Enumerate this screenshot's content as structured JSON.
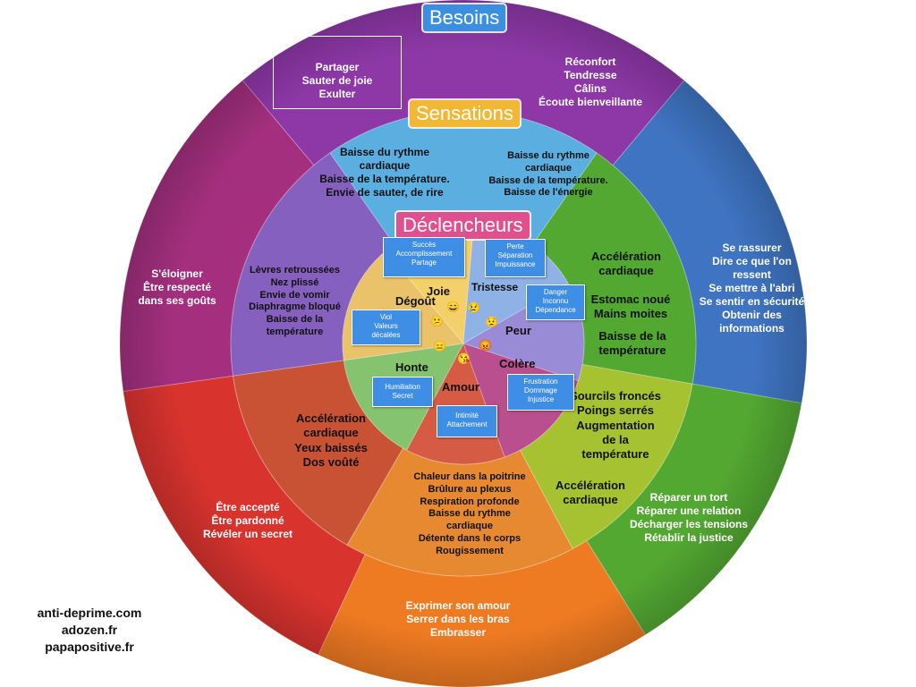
{
  "titles": {
    "besoins": "Besoins",
    "sensations": "Sensations",
    "declencheurs": "Déclencheurs"
  },
  "colors": {
    "besoins_badge": "#3a8fe0",
    "sensations_badge": "#f2b733",
    "declencheurs_badge": "#e0508f",
    "trigger_box": "#3f8ee6",
    "purple_top": "#8e38a8",
    "blue_right": "#3f74c2",
    "green": "#53a832",
    "orange": "#ee7a22",
    "red": "#d9332e",
    "magenta": "#a32f7e",
    "sky_blue": "#5aaee0",
    "lavender": "#8560bf",
    "green_yellow": "#a7c231",
    "yellow": "#d9be2c",
    "orange_mid": "#e68930",
    "red_mid": "#c95235"
  },
  "besoins": {
    "top_left": [
      "Partager",
      "Sauter de joie",
      "Exulter"
    ],
    "top_right": [
      "Réconfort",
      "Tendresse",
      "Câlins",
      "Écoute bienveillante"
    ],
    "right": [
      "Se rassurer",
      "Dire ce que l'on",
      "ressent",
      "Se mettre à l'abri",
      "Se sentir en sécurité",
      "Obtenir des",
      "informations"
    ],
    "bottom_right": [
      "Réparer un tort",
      "Réparer une relation",
      "Décharger les tensions",
      "Rétablir la justice"
    ],
    "bottom": [
      "Exprimer son amour",
      "Serrer dans les bras",
      "Embrasser"
    ],
    "bottom_left": [
      "Être accepté",
      "Être pardonné",
      "Révéler un secret"
    ],
    "left": [
      "S'éloigner",
      "Être respecté",
      "dans ses goûts"
    ]
  },
  "sensations": {
    "top_left": [
      "Baisse du rythme",
      "cardiaque",
      "Baisse de la température.",
      "Envie de sauter, de rire"
    ],
    "top_right": [
      "Baisse du rythme",
      "cardiaque",
      "Baisse de la température.",
      "Baisse de l'énergie"
    ],
    "right_1": [
      "Accélération",
      "cardiaque"
    ],
    "right_2": [
      "Estomac noué",
      "Mains moites"
    ],
    "right_3": [
      "Baisse de la",
      "température"
    ],
    "bottom_right_1": [
      "Sourcils froncés",
      "Poings serrés",
      "Augmentation",
      "de la",
      "température"
    ],
    "bottom_right_2": [
      "Accélération",
      "cardiaque"
    ],
    "bottom": [
      "Chaleur dans la poitrine",
      "Brûlure au plexus",
      "Respiration profonde",
      "Baisse du rythme",
      "cardiaque",
      "Détente dans le corps",
      "Rougissement"
    ],
    "bottom_left": [
      "Accélération",
      "cardiaque",
      "Yeux baissés",
      "Dos voûté"
    ],
    "left": [
      "Lèvres retroussées",
      "Nez plissé",
      "Envie de vomir",
      "Diaphragme bloqué",
      "Baisse de la",
      "température"
    ]
  },
  "emotions": {
    "joie": "Joie",
    "tristesse": "Tristesse",
    "peur": "Peur",
    "colere": "Colère",
    "amour": "Amour",
    "honte": "Honte",
    "degout": "Dégoût"
  },
  "faces": {
    "joie": "😄",
    "tristesse": "😢",
    "peur": "😟",
    "colere": "😡",
    "amour": "😘",
    "honte": "😑",
    "degout": "😕"
  },
  "declencheurs": {
    "joie": [
      "Succès",
      "Accomplissement",
      "Partage"
    ],
    "tristesse": [
      "Perte",
      "Séparation",
      "Impuissance"
    ],
    "peur": [
      "Danger",
      "Inconnu",
      "Dépendance"
    ],
    "colere": [
      "Frustration",
      "Dommage",
      "Injustice"
    ],
    "amour": [
      "Intimité",
      "Attachement"
    ],
    "honte": [
      "Humiliation",
      "Secret"
    ],
    "degout": [
      "Viol",
      "Valeurs",
      "décalées"
    ]
  },
  "credits": [
    "anti-deprime.com",
    "adozen.fr",
    "papapositive.fr"
  ]
}
